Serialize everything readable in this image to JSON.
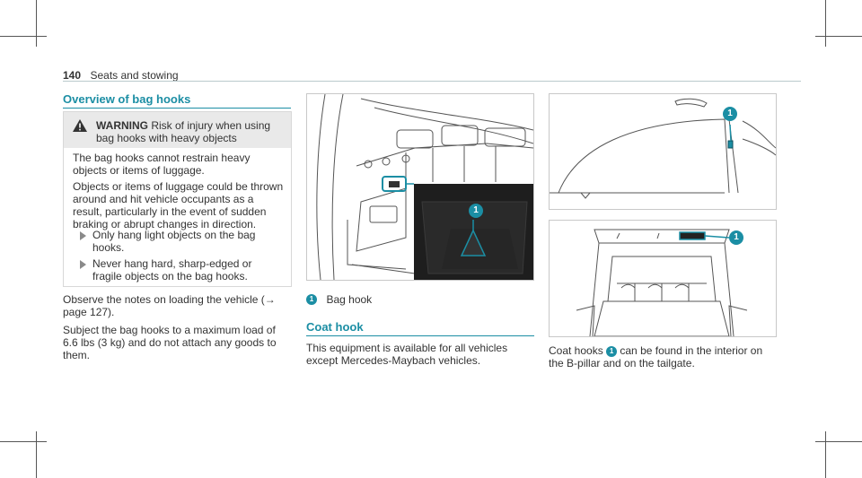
{
  "header": {
    "page_number": "140",
    "section_title": "Seats and stowing"
  },
  "bag_hooks": {
    "heading": "Overview of bag hooks",
    "warning": {
      "label": "WARNING",
      "title": " Risk of injury when using bag hooks with heavy objects",
      "line1": "The bag hooks cannot restrain heavy objects or items of luggage.",
      "line2": "Objects or items of luggage could be thrown around and hit vehicle occupants as a result, particularly in the event of sudden braking or abrupt changes in direction.",
      "bullet1": "Only hang light objects on the bag hooks.",
      "bullet2": "Never hang hard, sharp-edged or fragile objects on the bag hooks."
    },
    "para1": "Observe the notes on loading the vehicle (→ page 127).",
    "para2": "Subject the bag hooks to a maximum load of 6.6 lbs (3 kg) and do not attach any goods to them.",
    "figure_callout": "1",
    "caption_number": "1",
    "caption_text": "Bag hook"
  },
  "coat_hook": {
    "heading": "Coat hook",
    "para": "This equipment is available for all vehicles except Mercedes-Maybach vehicles.",
    "fig1_callout": "1",
    "fig2_callout": "1",
    "desc_pre": "Coat hooks ",
    "desc_callout": "1",
    "desc_post": " can be found in the interior on the B-pillar and on the tailgate."
  },
  "colors": {
    "accent": "#1b8ea4",
    "dark_panel": "#1e1e1e"
  }
}
